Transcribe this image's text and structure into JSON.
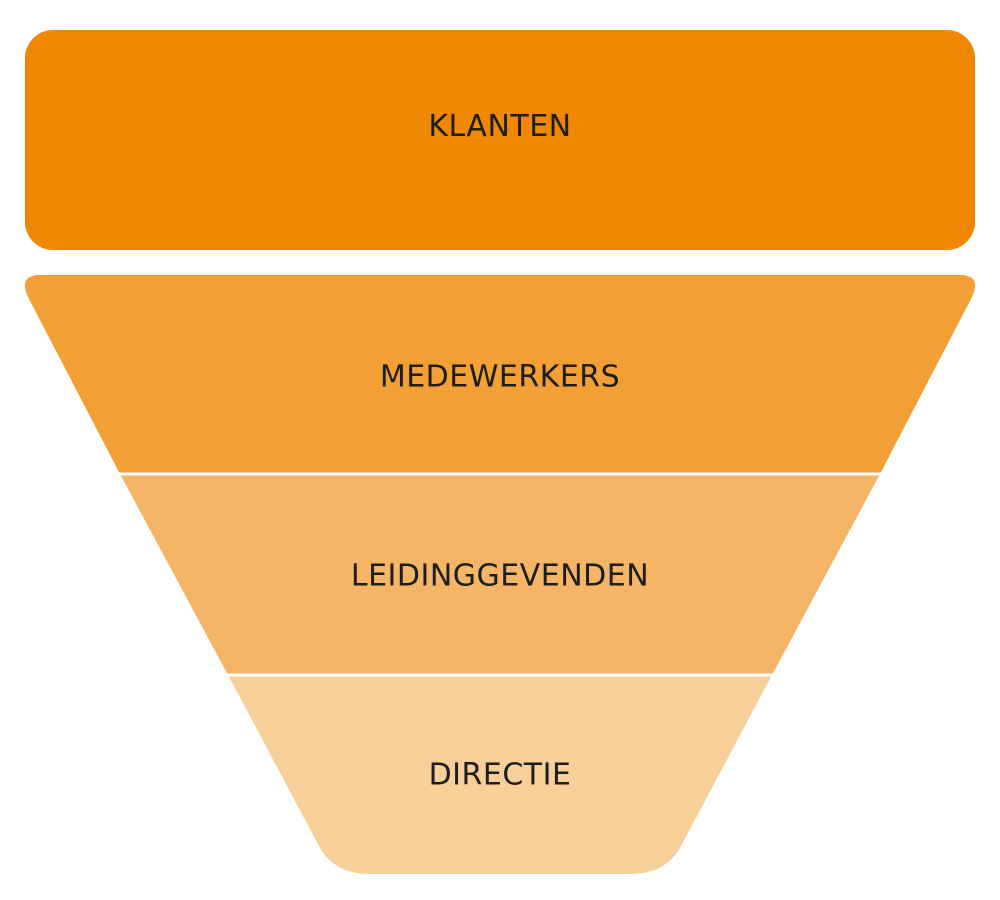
{
  "top": {
    "label": "KLANTEN",
    "color": "#ef8800"
  },
  "funnel": [
    {
      "label": "MEDEWERKERS",
      "color": "#f29f35"
    },
    {
      "label": "LEIDINGGEVENDEN",
      "color": "#f4b566"
    },
    {
      "label": "DIRECTIE",
      "color": "#f7cf99"
    }
  ],
  "divider_color": "#ffffff"
}
